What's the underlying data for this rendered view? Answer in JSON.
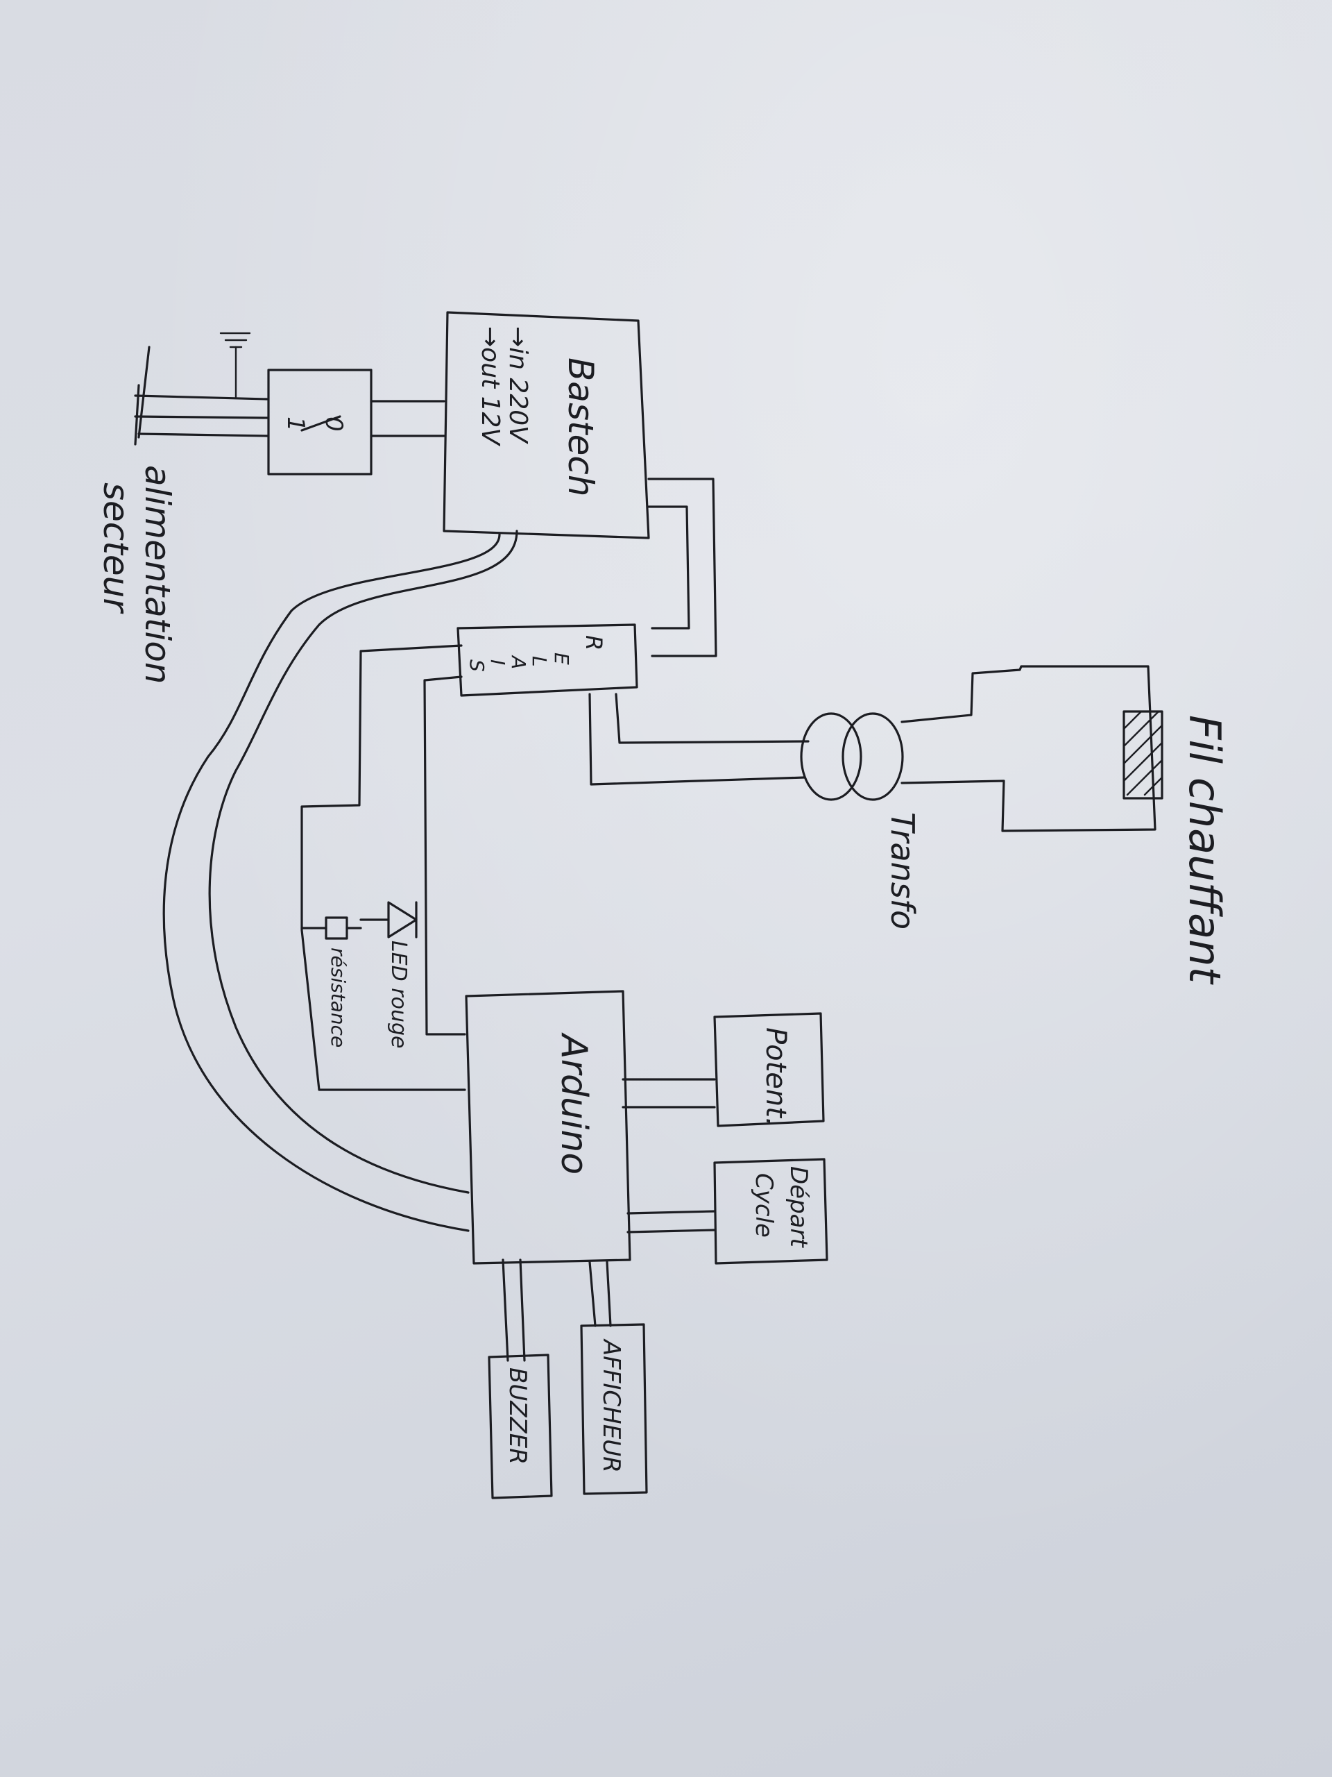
{
  "diagram": {
    "mains": {
      "label": "alimentation",
      "label2": "secteur",
      "ground_symbol": "ground-icon"
    },
    "switch": {
      "top": "0",
      "bottom": "1"
    },
    "power_supply": {
      "title": "Bastech",
      "line1": "→in 220V",
      "line2": "→out 12V"
    },
    "relay": {
      "letters": [
        "R",
        "E",
        "L",
        "A",
        "I",
        "S"
      ]
    },
    "transformer": {
      "label": "Transfo"
    },
    "heater": {
      "label": "Fil chauffant"
    },
    "led": {
      "label": "LED rouge",
      "resistor_label": "résistance"
    },
    "arduino": {
      "label": "Arduino"
    },
    "potentiometer": {
      "label": "Potent."
    },
    "start_button": {
      "line1": "Départ",
      "line2": "Cycle"
    },
    "display": {
      "label": "AFFICHEUR"
    },
    "buzzer": {
      "label": "BUZZER"
    }
  }
}
